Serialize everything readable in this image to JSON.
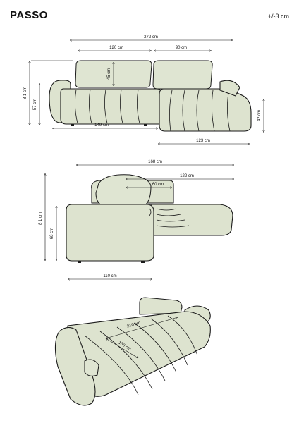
{
  "product": {
    "name": "PASSO",
    "tolerance": "+/-3 cm"
  },
  "front_view": {
    "overall_width": "272 cm",
    "back_left_width": "120 cm",
    "back_right_width": "90 cm",
    "cushion_height": "45 cm",
    "total_height": "8 1 cm",
    "seat_height_left": "57 cm",
    "base_width": "149 cm",
    "chaise_width": "123 cm",
    "chaise_height": "42 cm"
  },
  "side_view": {
    "chaise_depth": "168 cm",
    "chaise_length": "122 cm",
    "seat_depth": "60 cm",
    "total_height": "8 1 cm",
    "back_height": "68 cm",
    "base_depth": "110 cm"
  },
  "bed_view": {
    "bed_length": "210 cm",
    "bed_width": "130 cm"
  },
  "colors": {
    "upholstery": "#dde3cf",
    "outline": "#1a1a1a"
  }
}
